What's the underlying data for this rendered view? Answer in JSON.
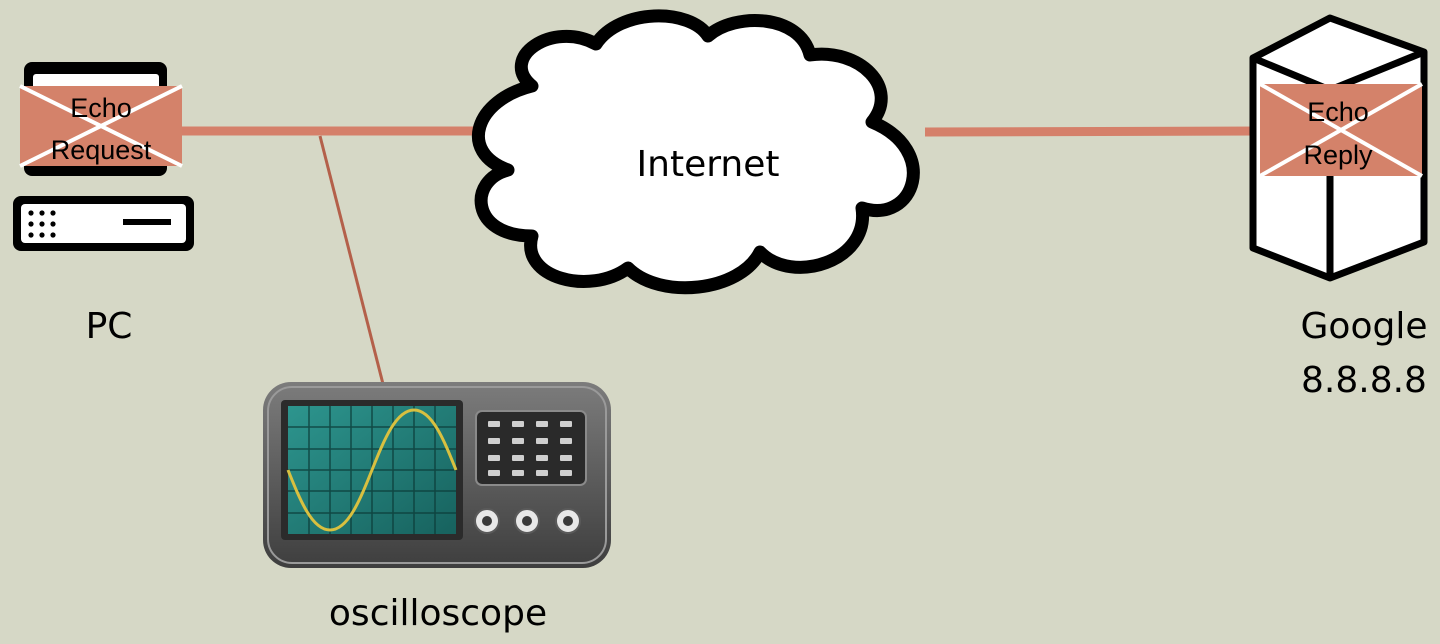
{
  "nodes": {
    "pc": {
      "label": "PC"
    },
    "internet": {
      "label": "Internet"
    },
    "google": {
      "label_line1": "Google",
      "label_line2": "8.8.8.8"
    },
    "oscilloscope": {
      "label": "oscilloscope"
    }
  },
  "packets": {
    "request": {
      "line1": "Echo",
      "line2": "Request"
    },
    "reply": {
      "line1": "Echo",
      "line2": "Reply"
    }
  },
  "colors": {
    "background": "#d6d8c6",
    "link": "#d5806a",
    "probe": "#b4604a",
    "envelope": "#d4826a",
    "screen": "#1f7f7a",
    "waveform": "#d8c040"
  },
  "icons": [
    "monitor-icon",
    "desktop-unit-icon",
    "cloud-icon",
    "server-tower-icon",
    "oscilloscope-icon",
    "envelope-icon"
  ]
}
